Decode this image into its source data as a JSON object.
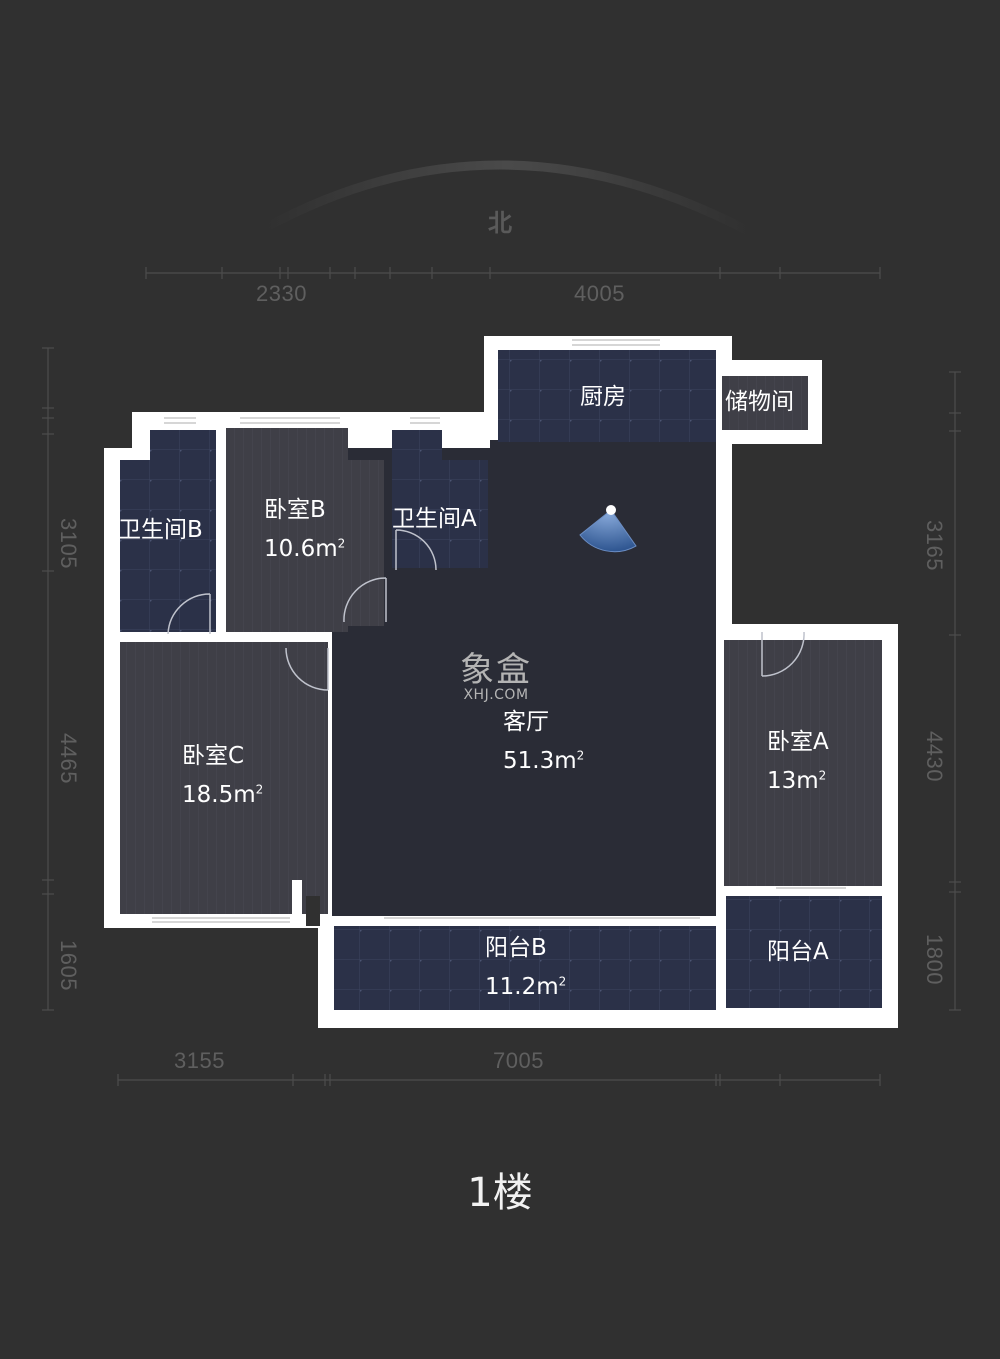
{
  "floor_plan": {
    "title": "1楼",
    "compass": {
      "label": "北",
      "icon": "compass-arc-icon"
    },
    "watermark": {
      "brand_cn": "象盒",
      "brand_en": "XHJ.COM"
    },
    "camera_marker": {
      "icon": "view-cone-icon",
      "color": "#4a78b8"
    },
    "colors": {
      "background": "#303030",
      "wall": "#ffffff",
      "tile_floor": "#2b3148",
      "wood_floor": "#3f3f47",
      "living_floor": "#2a2c36",
      "dimension_text": "#5f5f5f"
    },
    "dimensions": {
      "top": [
        "2330",
        "4005"
      ],
      "bottom": [
        "3155",
        "7005"
      ],
      "left": [
        "3105",
        "4465",
        "1605"
      ],
      "right": [
        "3165",
        "4430",
        "1800"
      ]
    },
    "rooms": [
      {
        "id": "kitchen",
        "name": "厨房",
        "area": ""
      },
      {
        "id": "storage",
        "name": "储物间",
        "area": ""
      },
      {
        "id": "bathroom-b",
        "name": "卫生间B",
        "area": ""
      },
      {
        "id": "bedroom-b",
        "name": "卧室B",
        "area": "10.6m",
        "unit_sup": "2"
      },
      {
        "id": "bathroom-a",
        "name": "卫生间A",
        "area": ""
      },
      {
        "id": "living-room",
        "name": "客厅",
        "area": "51.3m",
        "unit_sup": "2"
      },
      {
        "id": "bedroom-c",
        "name": "卧室C",
        "area": "18.5m",
        "unit_sup": "2"
      },
      {
        "id": "bedroom-a",
        "name": "卧室A",
        "area": "13m",
        "unit_sup": "2"
      },
      {
        "id": "balcony-b",
        "name": "阳台B",
        "area": "11.2m",
        "unit_sup": "2"
      },
      {
        "id": "balcony-a",
        "name": "阳台A",
        "area": ""
      }
    ]
  }
}
